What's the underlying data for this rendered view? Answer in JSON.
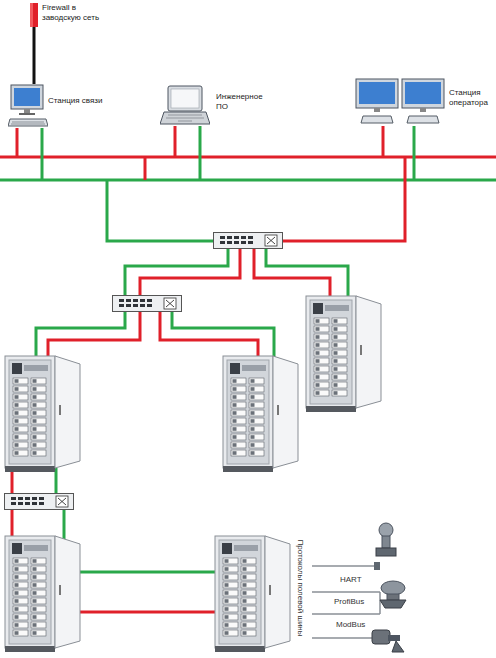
{
  "diagram": {
    "nodes": [
      {
        "text": [
          "Firewall в заводскую сеть"
        ]
      },
      {
        "text": [
          "Станция связи"
        ]
      },
      {
        "text": [
          "Инженерное ПО"
        ]
      },
      {
        "text": [
          "Станция оператора"
        ]
      }
    ],
    "edges": [
      {
        "from": 0,
        "to": 1,
        "arrow": "none"
      }
    ],
    "labels": [
      "Протоколы полевой шины",
      "HART",
      "ProfiBus",
      "ModBus"
    ]
  }
}
